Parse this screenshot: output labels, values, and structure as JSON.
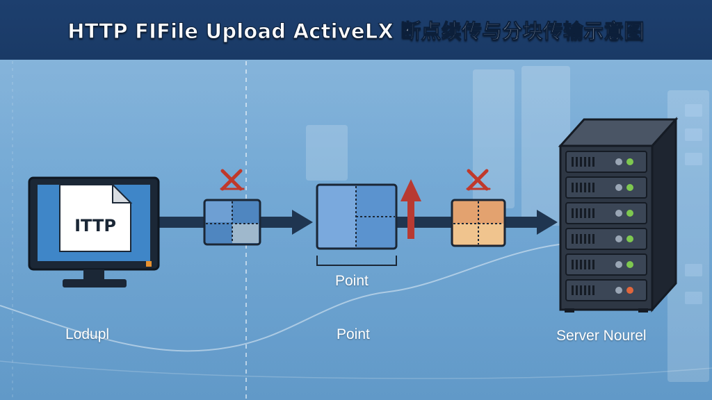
{
  "title": "HTTP FIFile Upload ActiveLX 断点续传与分块传输示意图",
  "monitor": {
    "screen_text": "ITTP"
  },
  "labels": {
    "client": "Lodupl",
    "point_upper": "Point",
    "point_lower": "Point",
    "server": "Server Nourel"
  },
  "colors": {
    "title_bg": "#1a3a66",
    "arrow": "#1f3550",
    "fail_mark": "#c0392b",
    "up_arrow": "#b83a32",
    "chunk_blue": "#4f86c0",
    "chunk_orange": "#e3a26f",
    "server_body": "#2e3744"
  },
  "icons": [
    "monitor-icon",
    "file-icon",
    "fail-x-icon",
    "chunk-block-icon",
    "up-arrow-icon",
    "server-rack-icon"
  ]
}
